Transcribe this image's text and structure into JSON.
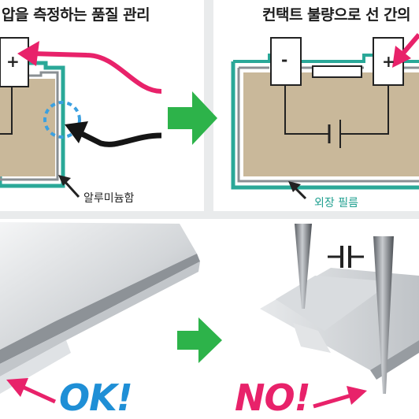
{
  "titles": {
    "left": "압을 측정하는 품질 관리",
    "right": "컨택트 불량으로 선 간의"
  },
  "labels": {
    "aluminum_pouch": "알루미늄함",
    "outer_film": "외장 필름"
  },
  "terminals": {
    "plus": "+",
    "minus": "-"
  },
  "results": {
    "ok": "OK!",
    "no": "NO!"
  },
  "colors": {
    "arrow_green": "#2db34a",
    "pink": "#e8226a",
    "teal": "#2aa898",
    "cell_body": "#c9b89a",
    "ok_blue": "#1f8fd6"
  }
}
